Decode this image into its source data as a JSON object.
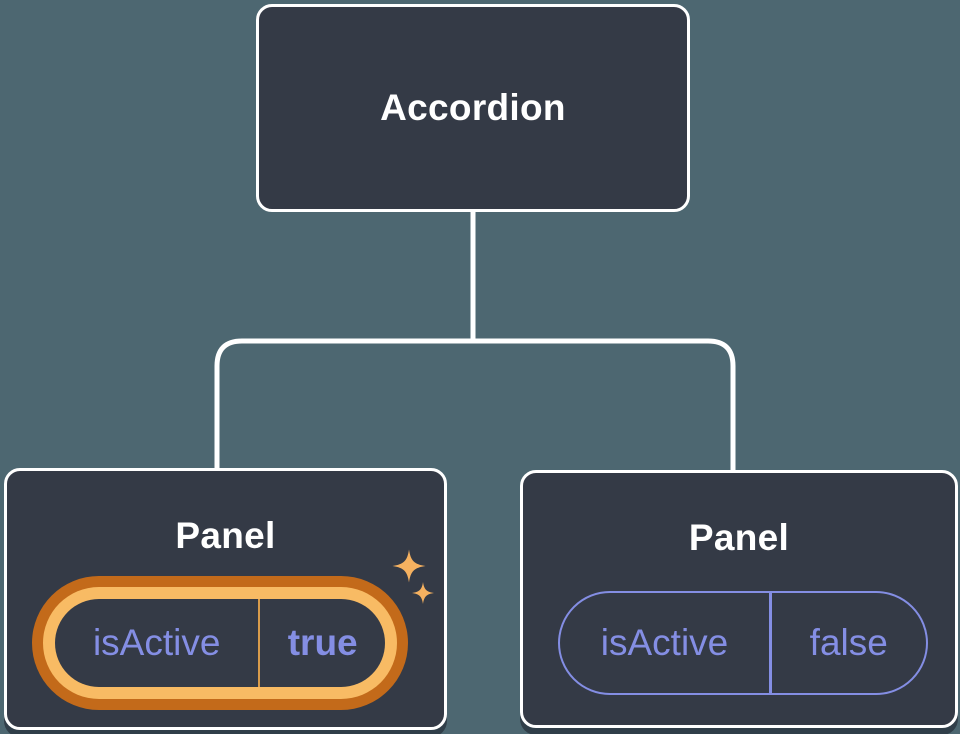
{
  "tree": {
    "root": {
      "label": "Accordion"
    },
    "children": [
      {
        "label": "Panel",
        "prop": {
          "name": "isActive",
          "value": "true"
        },
        "state": "active",
        "highlighted": true,
        "icon": "sparkles"
      },
      {
        "label": "Panel",
        "prop": {
          "name": "isActive",
          "value": "false"
        },
        "state": "inactive",
        "highlighted": false
      }
    ]
  },
  "icons": {
    "sparkles": "four-point-stars"
  },
  "colors": {
    "background": "#4d6771",
    "box_fill": "#343a46",
    "box_border": "#ffffff",
    "connector": "#ffffff",
    "title_text": "#ffffff",
    "prop_text": "#848ee4",
    "prop_border": "#848ee4",
    "highlight_outer": "#c36a1a",
    "highlight_inner": "#f8bb64",
    "highlight_divider": "#d99c4b",
    "sparkle": "#f5b160"
  }
}
